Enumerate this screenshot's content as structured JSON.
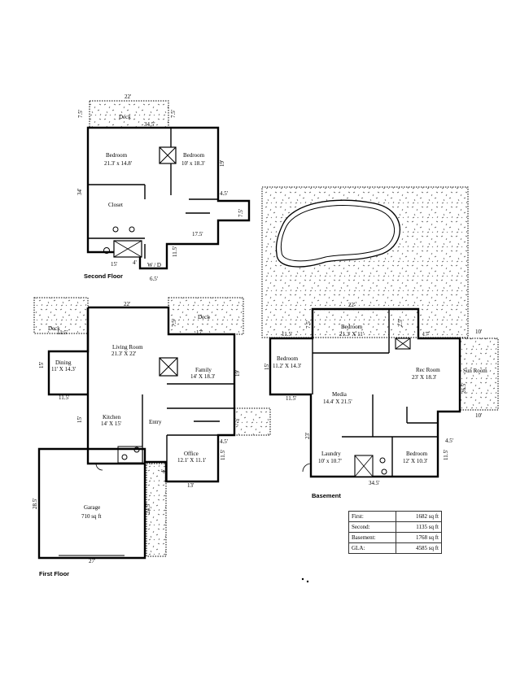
{
  "floors": {
    "second": {
      "caption": "Second Floor",
      "rooms": [
        {
          "key": "bedroom_a",
          "name": "Bedroom",
          "size": "21.3' x 14.8'"
        },
        {
          "key": "bedroom_b",
          "name": "Bedroom",
          "size": "10' x 18.3'"
        },
        {
          "key": "closet",
          "name": "Closet",
          "size": ""
        },
        {
          "key": "deck",
          "name": "Deck",
          "size": ""
        },
        {
          "key": "wd",
          "name": "W / D",
          "size": ""
        }
      ],
      "dims": [
        "22'",
        "34.5'",
        "7.5'",
        "7.5'",
        "34'",
        "19'",
        "4.5'",
        "7.5'",
        "17.5'",
        "11.5'",
        "15'",
        "4'",
        "6.5'"
      ]
    },
    "first": {
      "caption": "First Floor",
      "rooms": [
        {
          "key": "living",
          "name": "Living Room",
          "size": "21.3' X 22'"
        },
        {
          "key": "dining",
          "name": "Dining",
          "size": "11' X 14.3'"
        },
        {
          "key": "family",
          "name": "Family",
          "size": "14' X 18.3'"
        },
        {
          "key": "kitchen",
          "name": "Kitchen",
          "size": "14' X 15'"
        },
        {
          "key": "entry",
          "name": "Entry",
          "size": ""
        },
        {
          "key": "office",
          "name": "Office",
          "size": "12.1' X 11.1'"
        },
        {
          "key": "garage",
          "name": "Garage",
          "size": "710 sq ft"
        },
        {
          "key": "deck_l",
          "name": "Deck",
          "size": ""
        },
        {
          "key": "deck_r",
          "name": "Deck",
          "size": ""
        }
      ],
      "dims": [
        "22'",
        "11.5'",
        "7.5'",
        "17'",
        "15'",
        "11.5'",
        "15'",
        "19'",
        "7.5'",
        "4.5'",
        "11.5'",
        "13'",
        "4'",
        "28.5'",
        "24.5'",
        "27'"
      ]
    },
    "basement": {
      "caption": "Basement",
      "rooms": [
        {
          "key": "bed_top",
          "name": "Bedroom",
          "size": "21.3' X 11'"
        },
        {
          "key": "bed_left",
          "name": "Bedroom",
          "size": "11.2' X 14.3'"
        },
        {
          "key": "rec",
          "name": "Rec Room",
          "size": "23' X 18.3'"
        },
        {
          "key": "sun",
          "name": "Sun Room",
          "size": ""
        },
        {
          "key": "media",
          "name": "Media",
          "size": "14.4' X 21.5'"
        },
        {
          "key": "laundry",
          "name": "Laundry",
          "size": "10' x 10.7'"
        },
        {
          "key": "bed_br",
          "name": "Bedroom",
          "size": "12' X 10.3'"
        }
      ],
      "dims": [
        "22'",
        "11.5'",
        "7.5'",
        "2.5'",
        "17'",
        "10'",
        "15'",
        "26.5'",
        "10'",
        "11.5'",
        "23'",
        "4.5'",
        "11.5'",
        "34.5'"
      ]
    }
  },
  "area_table": [
    {
      "label": "First:",
      "value": "1682 sq ft"
    },
    {
      "label": "Second:",
      "value": "1135 sq ft"
    },
    {
      "label": "Basement:",
      "value": "1768 sq ft"
    },
    {
      "label": "GLA:",
      "value": "4585 sq ft"
    }
  ]
}
